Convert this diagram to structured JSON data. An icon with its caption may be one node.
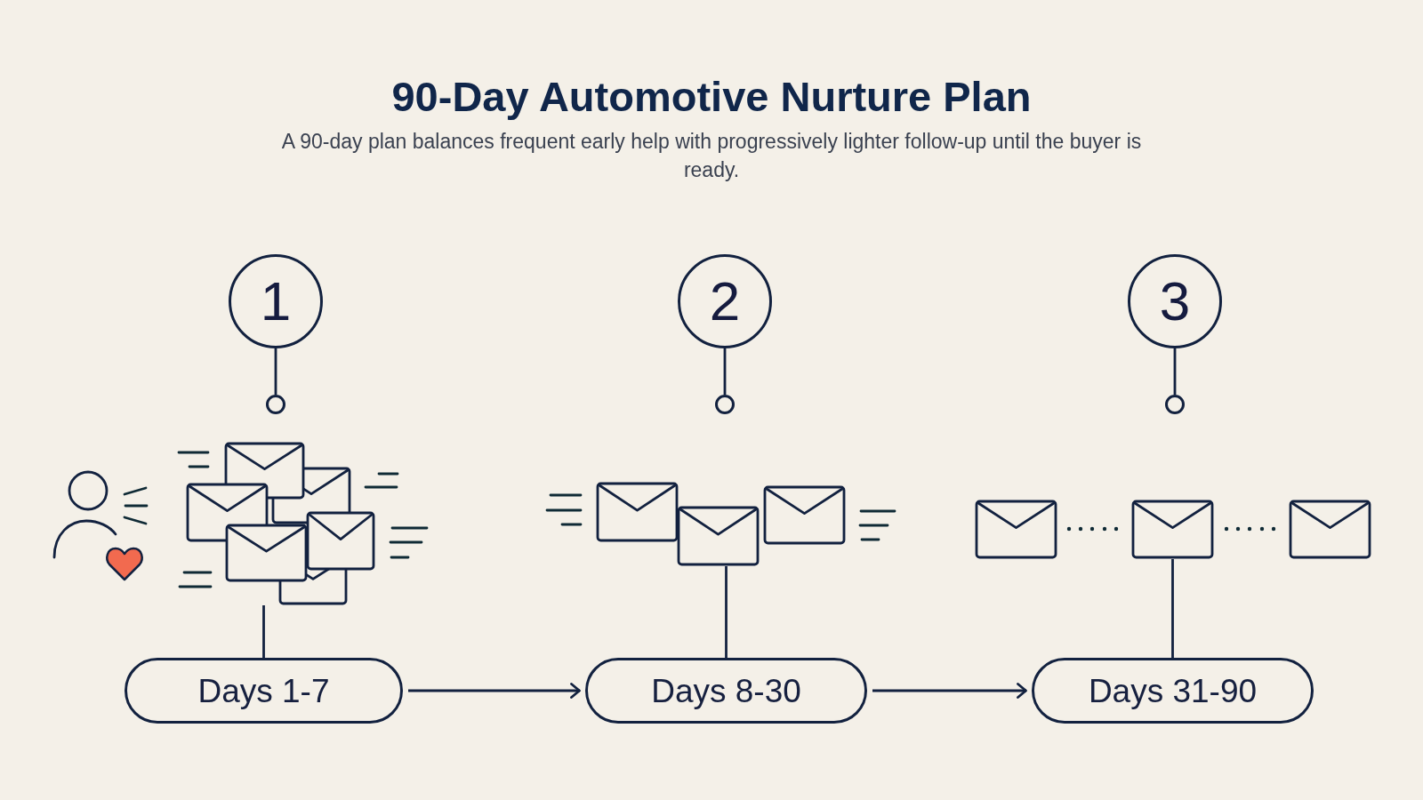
{
  "diagram": {
    "title": "90-Day Automotive Nurture Plan",
    "caption": "A 90-day plan balances frequent early help with progressively lighter follow-up until the buyer is ready.",
    "nodes": [
      {
        "text": [
          "1"
        ]
      },
      {
        "text": [],
        "shape": "circle"
      },
      {
        "text": [
          "2"
        ]
      },
      {
        "text": [],
        "shape": "circle"
      },
      {
        "text": [
          "3"
        ]
      },
      {
        "text": [],
        "shape": "circle"
      },
      {
        "text": [],
        "shape": "picture"
      },
      {
        "text": [],
        "shape": "picture"
      },
      {
        "text": [],
        "shape": "picture"
      },
      {
        "text": [
          "Days 1-7"
        ]
      },
      {
        "text": [
          "Days 8-30"
        ]
      },
      {
        "text": [
          "Days 31-90"
        ]
      }
    ],
    "edges": [
      {
        "from": 0,
        "to": 1,
        "arrow": "none"
      },
      {
        "from": 2,
        "to": 3,
        "arrow": "none"
      },
      {
        "from": 4,
        "to": 5,
        "arrow": "none"
      },
      {
        "from": 6,
        "to": 9,
        "arrow": "none"
      },
      {
        "from": 7,
        "to": 10,
        "arrow": "none"
      },
      {
        "from": 8,
        "to": 11,
        "arrow": "none"
      },
      {
        "from": 9,
        "to": 10,
        "arrow": "to"
      },
      {
        "from": 10,
        "to": 11,
        "arrow": "to"
      }
    ]
  }
}
